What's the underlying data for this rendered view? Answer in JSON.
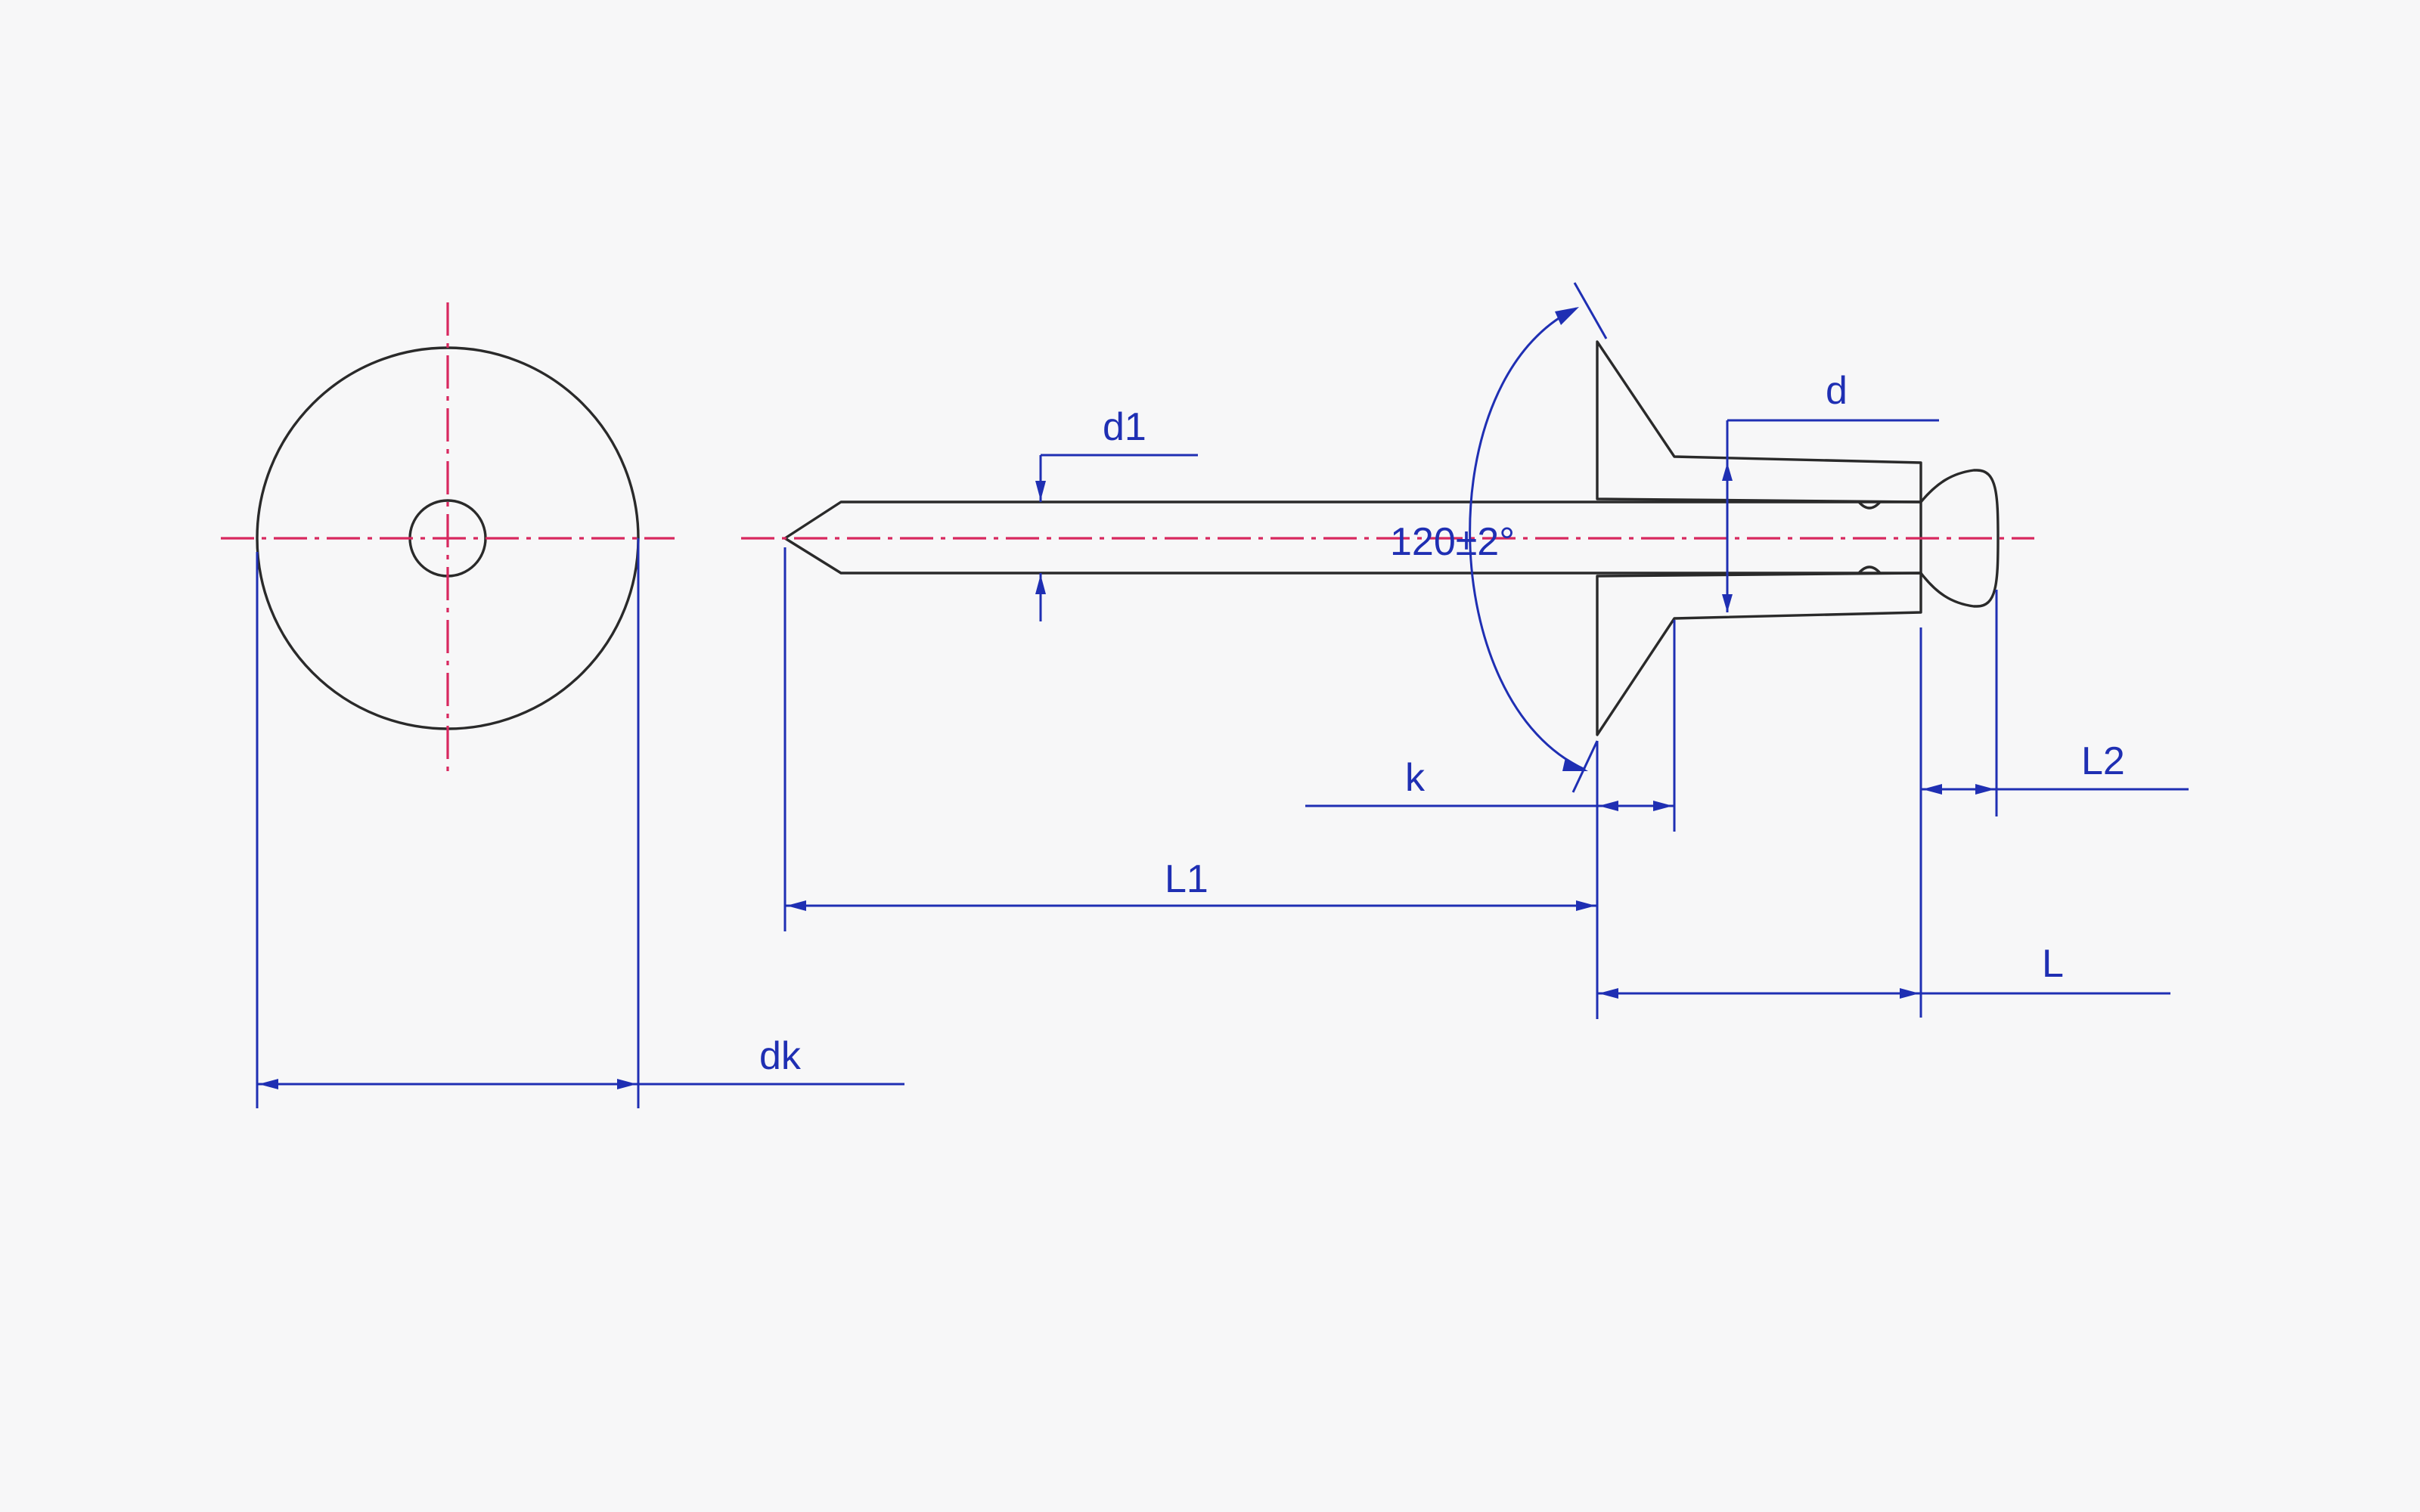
{
  "labels": {
    "d1": "d1",
    "d": "d",
    "angle": "120±2°",
    "k": "k",
    "L2": "L2",
    "L1": "L1",
    "L": "L",
    "dk": "dk"
  },
  "colors": {
    "background": "#f7f7f8",
    "outline": "#2a2a2a",
    "dimension": "#1f2fb3",
    "centerline": "#d8285f"
  }
}
